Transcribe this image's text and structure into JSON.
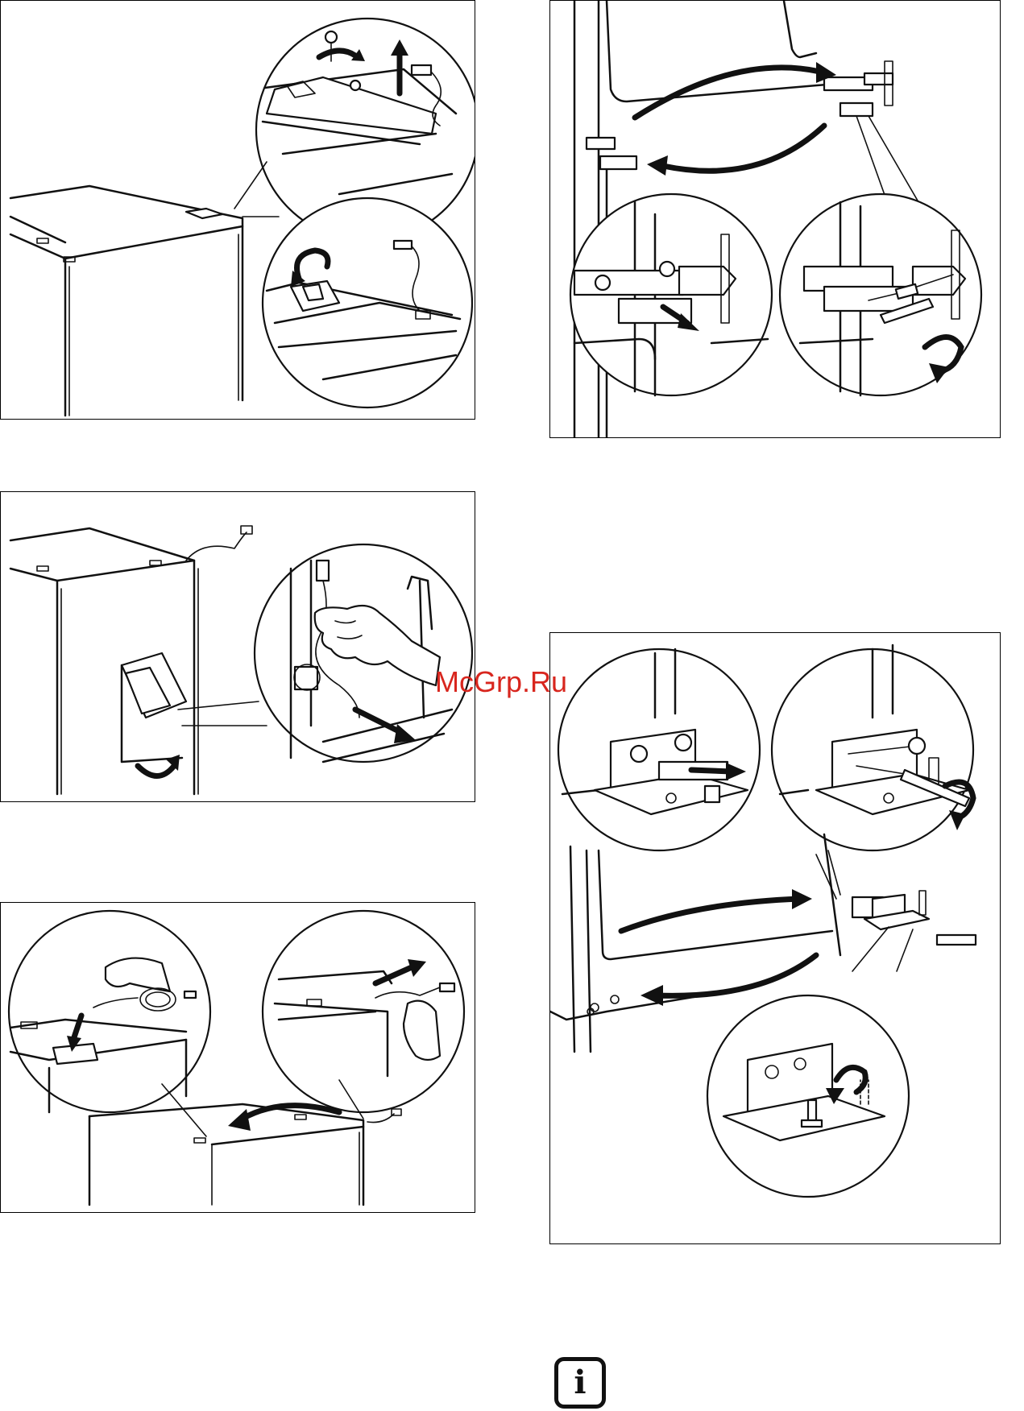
{
  "page": {
    "watermark": "McGrp.Ru",
    "info_icon": "info-icon",
    "info_icon_glyph": "i"
  },
  "figures": [
    {
      "id": "fig-remove-top-hinge-cover",
      "icons": [
        "screw-icon",
        "arrow-up-icon",
        "curved-arrow-icon",
        "connector-icon"
      ]
    },
    {
      "id": "fig-door-hinge-swap",
      "icons": [
        "curved-arrow-icon",
        "hinge-icon",
        "screwdriver-icon"
      ]
    },
    {
      "id": "fig-unplug-cable",
      "icons": [
        "hand-icon",
        "connector-icon",
        "curved-arrow-icon"
      ]
    },
    {
      "id": "fig-route-cable",
      "icons": [
        "hand-icon",
        "cable-coil-icon",
        "curved-arrow-icon"
      ]
    },
    {
      "id": "fig-bottom-hinge-swap",
      "icons": [
        "hinge-icon",
        "screwdriver-icon",
        "curved-arrow-icon",
        "rotate-pin-icon"
      ]
    }
  ]
}
